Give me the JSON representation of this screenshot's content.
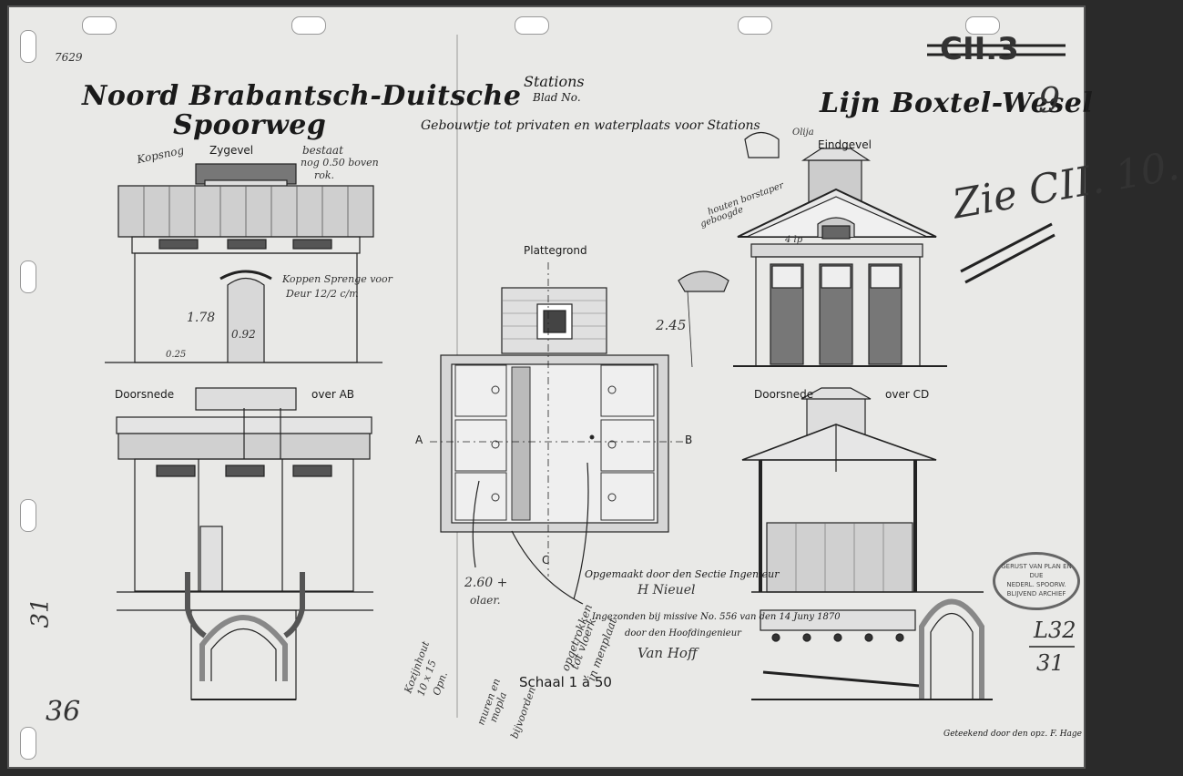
{
  "sheet_number": "7629",
  "archive_code": "CII.3",
  "title_left_line1": "Noord Brabantsch-Duitsche",
  "title_left_line2": "Spoorweg",
  "title_center_line1": "Stations",
  "title_center_line2": "Blad No.",
  "title_center_subtitle": "Gebouwtje tot privaten en waterplaats voor Stations",
  "title_right": "Lijn Boxtel-Wesel",
  "plate_number": "9",
  "handwritten_ref": "Zie CII. 10.",
  "views": {
    "side_elevation": "Zygevel",
    "end_elevation": "Eindgevel",
    "floor_plan": "Plattegrond",
    "section_ab": "Doorsnede",
    "section_ab_suffix": "over AB",
    "section_cd": "Doorsnede",
    "section_cd_suffix": "over CD"
  },
  "plan_markers": {
    "a": "A",
    "b": "B",
    "c": "C"
  },
  "dimensions": {
    "height_178": "1.78",
    "door_092": "0.92",
    "base_025": "0.25",
    "height_245": "2.45"
  },
  "annotations": {
    "kopsnog": "Kopsnog",
    "bestaat": "bestaat",
    "bestaat_2": "nog 0.50 boven",
    "bestaat_3": "rok.",
    "zinkdeksel": "Koppen Sprenge voor",
    "zinkdeksel_2": "Deur 12/2 c/m",
    "geboogde": "geboogde",
    "geboogde_2": "houten borstaper",
    "vier_lp": "4 lp",
    "olija": "Olija",
    "dikte_260": "2.60 +",
    "dikte_260_2": "olaer.",
    "opgetrokken": "opgetrokken",
    "opgetrokken_2": "tot vloerk.",
    "opgetrokken_3": "in menplaat",
    "kozijn": "Kozijnhout",
    "kozijn_2": "10 x 15",
    "kozijn_3": "Opn.",
    "muren": "muren en",
    "muren_2": "mopla",
    "muren_3": "bijvoorden"
  },
  "signature_block": {
    "made_by": "Opgemaakt door den Sectie Ingenieur",
    "made_by_sign": "H Nieuel",
    "approved": "Ingezonden bij missive No. 556 van den 14 Juny 1870",
    "approved_2": "door den Hoofdingenieur",
    "approved_sign": "Van Hoff"
  },
  "scale": "Schaal 1 à 50",
  "drawn_by": "Geteekend door den opz. F. Hage",
  "margin_number_left": "31",
  "corner_number": "36",
  "ref_right_top": "L32",
  "ref_right_bottom": "31",
  "stamp": {
    "line1": "GERUST VAN PLAN EN DUE",
    "line2": "NEDERL. SPOORW.",
    "line3": "BLIJVEND ARCHIEF"
  }
}
